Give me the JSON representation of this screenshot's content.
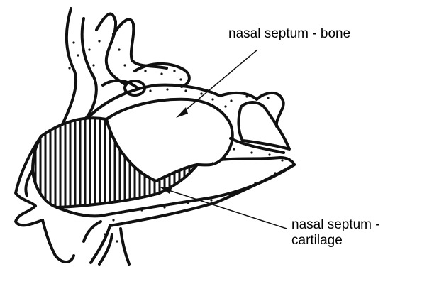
{
  "diagram": {
    "labels": {
      "bone": "nasal septum - bone",
      "cartilage_line1": "nasal septum -",
      "cartilage_line2": "cartilage"
    },
    "colors": {
      "ink": "#111111",
      "background": "#ffffff"
    }
  }
}
